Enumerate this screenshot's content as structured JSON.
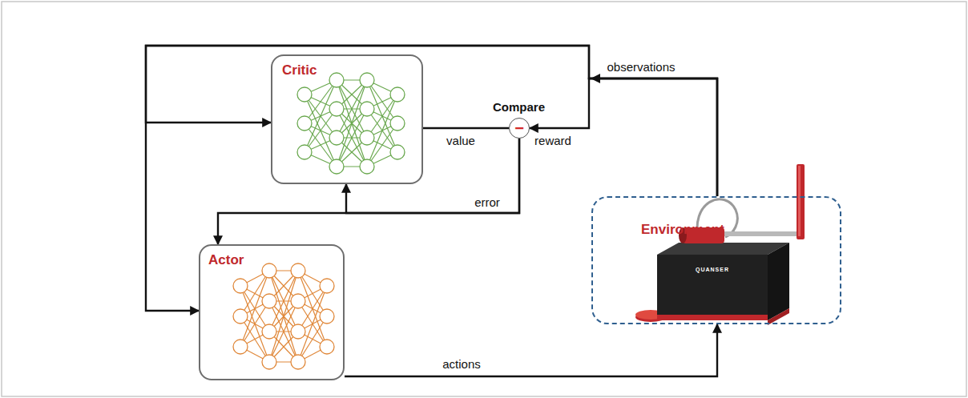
{
  "diagram": {
    "nodes": [
      {
        "text": [
          "Critic"
        ]
      },
      {
        "text": [
          "Compare",
          "−"
        ]
      },
      {
        "text": [
          "Environment"
        ]
      },
      {
        "text": [
          "Actor"
        ]
      }
    ],
    "edges": [
      {
        "from": 0,
        "to": 1,
        "label": "value",
        "arrow": "none"
      },
      {
        "from": 2,
        "to": 1,
        "label": "reward",
        "arrow": "to"
      },
      {
        "from": 2,
        "to": 0,
        "label": "observations",
        "arrow": "to"
      },
      {
        "from": 2,
        "to": 3,
        "arrow": "to"
      },
      {
        "from": 1,
        "to": 0,
        "label": "error",
        "arrow": "to"
      },
      {
        "from": 1,
        "to": 3,
        "arrow": "to"
      },
      {
        "from": 3,
        "to": 2,
        "label": "actions",
        "arrow": "to"
      }
    ],
    "labels": [
      "QUANSER"
    ]
  }
}
